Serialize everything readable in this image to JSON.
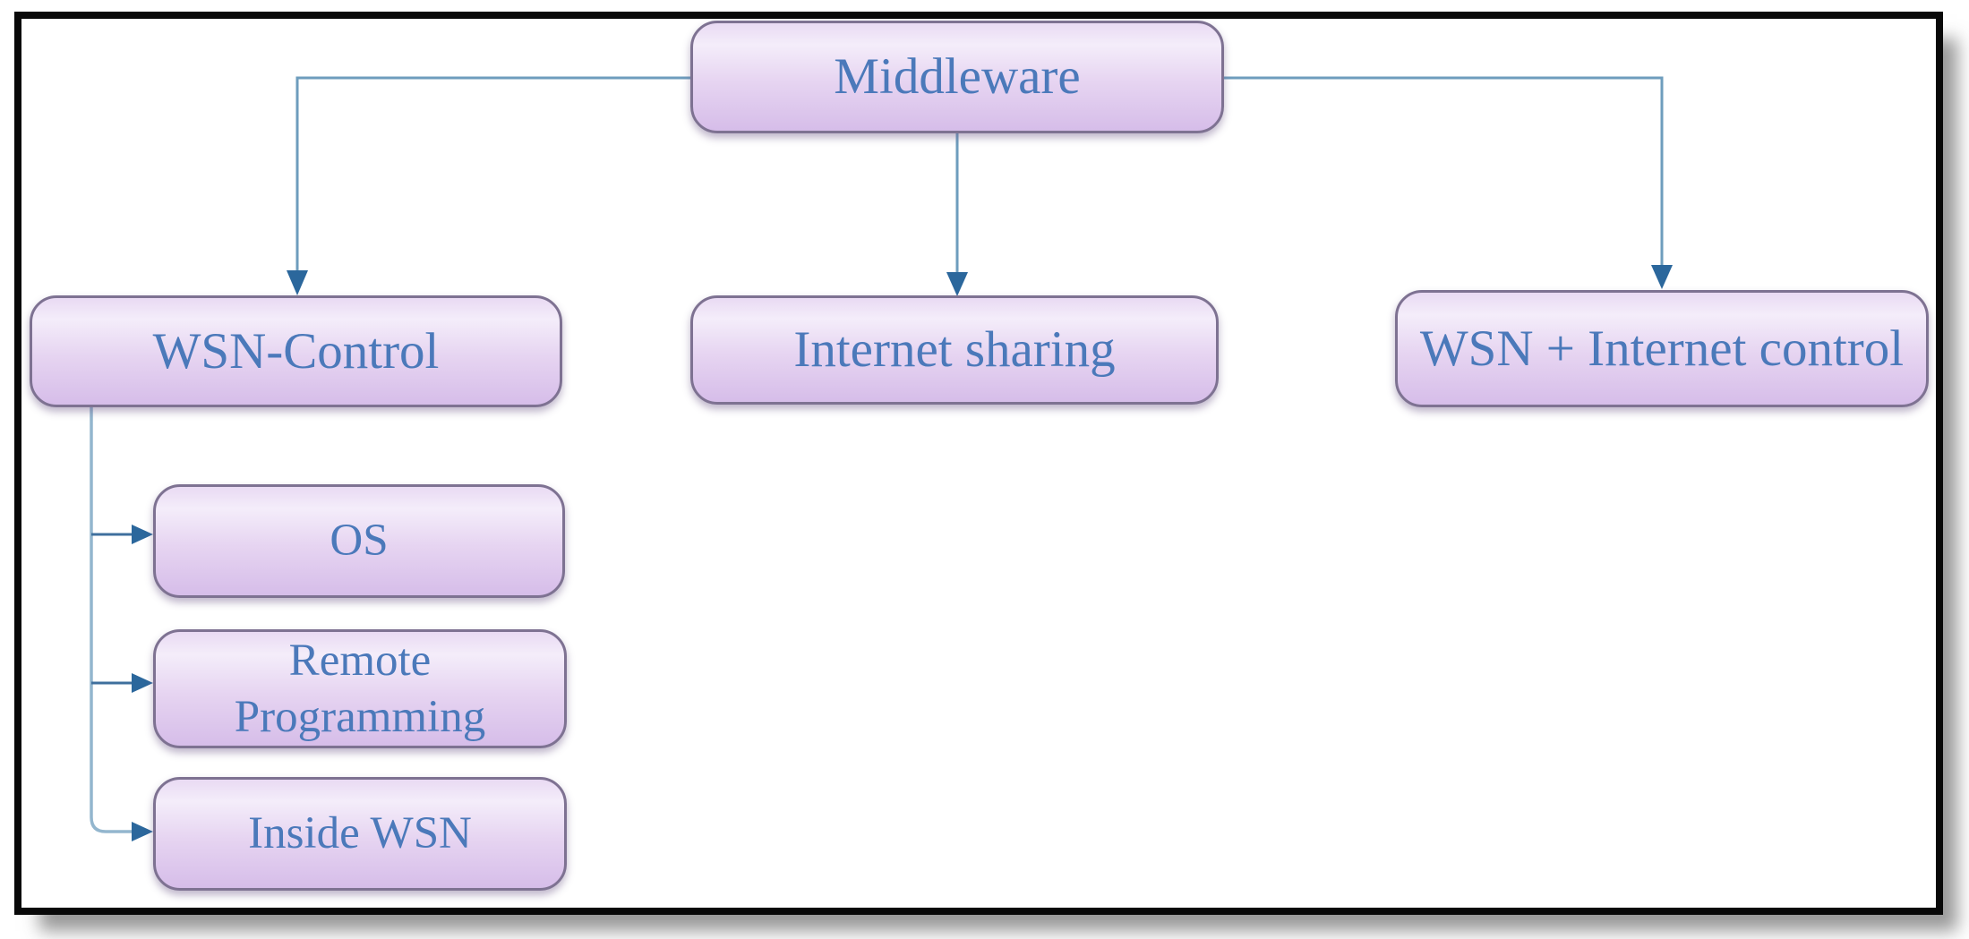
{
  "diagram": {
    "type": "flowchart",
    "description": "Middleware classification tree for wireless sensor networks",
    "nodes": {
      "middleware": {
        "label": "Middleware"
      },
      "wsn_control": {
        "label": "WSN-Control"
      },
      "internet_sharing": {
        "label": "Internet sharing"
      },
      "wsn_internet_control": {
        "label": "WSN + Internet control"
      },
      "os": {
        "label": "OS"
      },
      "remote_programming": {
        "label": "Remote\nProgramming"
      },
      "inside_wsn": {
        "label": "Inside WSN"
      }
    },
    "edges": [
      {
        "from": "Middleware",
        "to": "WSN-Control"
      },
      {
        "from": "Middleware",
        "to": "Internet sharing"
      },
      {
        "from": "Middleware",
        "to": "WSN + Internet control"
      },
      {
        "from": "WSN-Control",
        "to": "OS"
      },
      {
        "from": "WSN-Control",
        "to": "Remote Programming"
      },
      {
        "from": "WSN-Control",
        "to": "Inside WSN"
      }
    ],
    "colors": {
      "box_fill_top": "#f4edfa",
      "box_fill_bottom": "#d6bde9",
      "box_border": "#7e7292",
      "label_text": "#4b79ba",
      "connector_line": "#6e9dbd",
      "connector_line_light": "#93b6ce",
      "connector_stem_dark": "#3e6f9d",
      "arrowhead": "#2b679c",
      "frame_border": "#090909",
      "background": "#ffffff"
    }
  }
}
